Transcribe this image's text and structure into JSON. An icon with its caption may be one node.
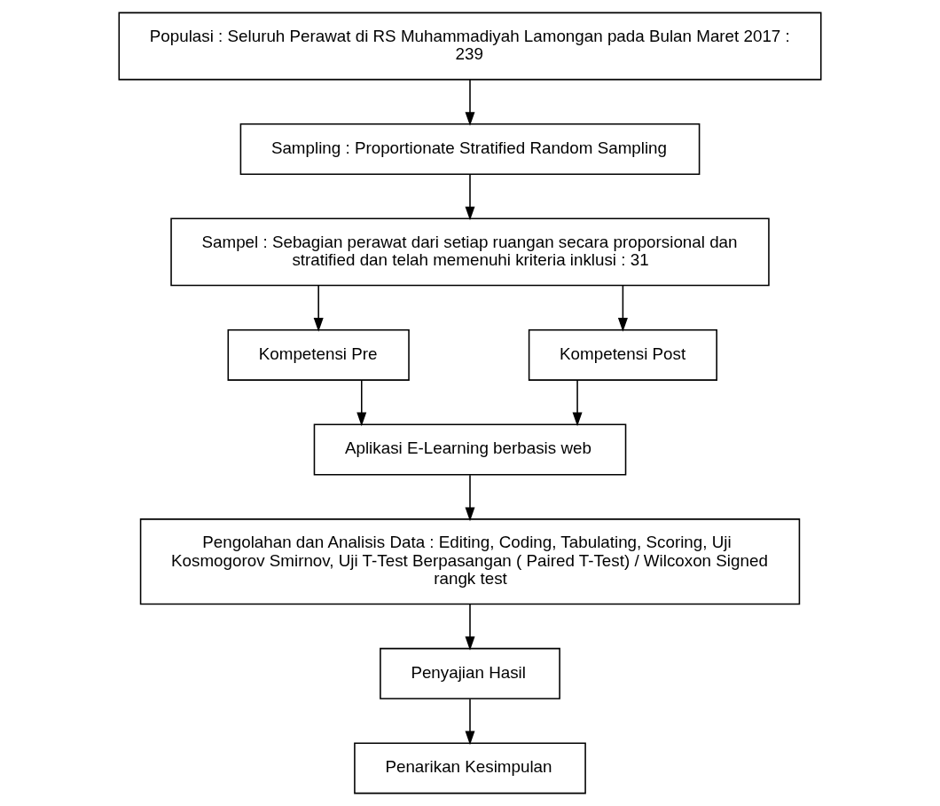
{
  "diagram": {
    "nodes": [
      {
        "text": [
          "Populasi : Seluruh Perawat di RS Muhammadiyah Lamongan pada Bulan Maret 2017 : 239"
        ]
      },
      {
        "text": [
          "Sampling : Proportionate Stratified Random Sampling"
        ]
      },
      {
        "text": [
          "Sampel : Sebagian perawat dari setiap ruangan secara proporsional dan stratified dan telah memenuhi kriteria inklusi : 31"
        ]
      },
      {
        "text": [
          "Kompetensi Pre"
        ]
      },
      {
        "text": [
          "Kompetensi Post"
        ]
      },
      {
        "text": [
          "Aplikasi E-Learning berbasis web"
        ]
      },
      {
        "text": [
          "Pengolahan dan Analisis Data : Editing, Coding, Tabulating, Scoring, Uji Kosmogorov Smirnov, Uji T-Test Berpasangan ( Paired T-Test) / Wilcoxon Signed rangk test"
        ]
      },
      {
        "text": [
          "Penyajian Hasil"
        ]
      },
      {
        "text": [
          "Penarikan Kesimpulan"
        ]
      }
    ],
    "edges": [
      {
        "from": 0,
        "to": 1,
        "arrow": "to"
      },
      {
        "from": 1,
        "to": 2,
        "arrow": "to"
      },
      {
        "from": 2,
        "to": 3,
        "arrow": "to"
      },
      {
        "from": 2,
        "to": 4,
        "arrow": "to"
      },
      {
        "from": 3,
        "to": 5,
        "arrow": "to"
      },
      {
        "from": 4,
        "to": 5,
        "arrow": "to"
      },
      {
        "from": 5,
        "to": 6,
        "arrow": "to"
      },
      {
        "from": 6,
        "to": 7,
        "arrow": "to"
      },
      {
        "from": 7,
        "to": 8,
        "arrow": "to"
      }
    ]
  }
}
